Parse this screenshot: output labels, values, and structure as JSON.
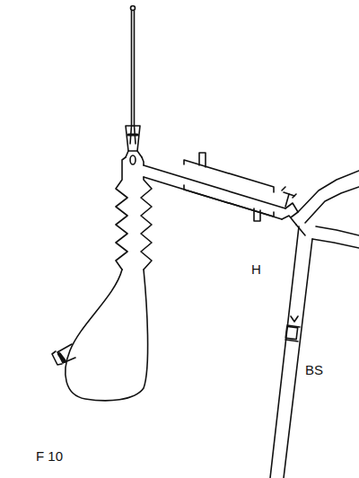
{
  "diagram": {
    "labels": [
      "H",
      "BS",
      "F 10"
    ]
  }
}
